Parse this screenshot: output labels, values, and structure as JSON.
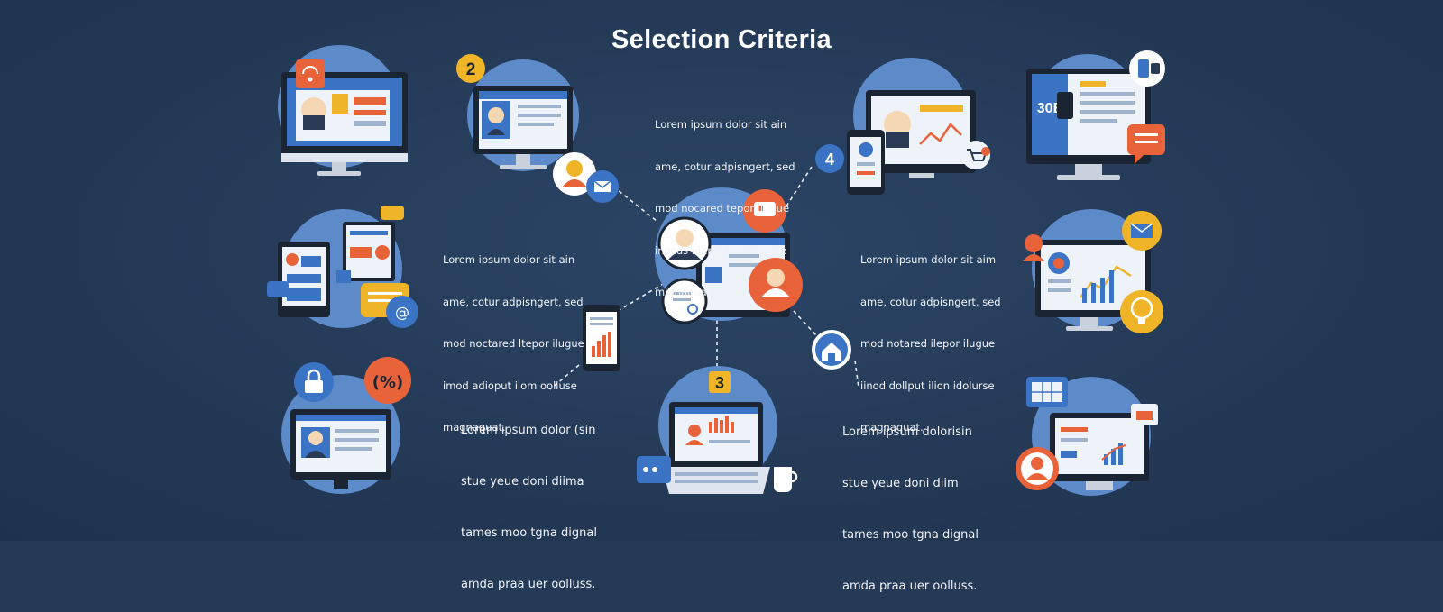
{
  "title": "Selection Criteria",
  "colors": {
    "background": "#243a57",
    "circle": "#5d8ac9",
    "accent_orange": "#e8623a",
    "accent_yellow": "#f0b429",
    "screen_blue": "#3b74c4"
  },
  "steps": [
    "2",
    "3",
    "4"
  ],
  "text_blocks": [
    {
      "lines": [
        "Lorem ipsum dolor sit ain",
        "ame, cotur adpisngert, sed",
        "mod nocared tepor ilugue",
        "inecds idapat ilon oolluse",
        "mignaquat."
      ]
    },
    {
      "lines": [
        "Lorem ipsum dolor sit ain",
        "ame, cotur adpisngert, sed",
        "mod noctared ltepor ilugue",
        "imod adioput ilom oolluse",
        "magnaquat."
      ]
    },
    {
      "lines": [
        "Lorem ipsum dolor sit aim",
        "ame, cotur adpisngert, sed",
        "mod notared ilepor ilugue",
        "iinod dollput ilion idolurse",
        "magnaquat."
      ]
    },
    {
      "lines": [
        "Lorem ipsum dolor (sin",
        "stue yeue doni diima",
        "tames moo tgna dignal",
        "amda praa uer oolluss."
      ]
    },
    {
      "lines": [
        "Lorem ipsum dolorisin",
        "stue yeue doni diim",
        "tames moo tgna dignal",
        "amda praa uer oolluss."
      ]
    }
  ],
  "icons": [
    "monitor-icon",
    "user-icon",
    "chat-bubble-icon",
    "email-icon",
    "lock-icon",
    "laptop-icon",
    "phone-icon",
    "chart-icon",
    "home-icon",
    "coffee-cup-icon",
    "shopping-cart-icon",
    "lightbulb-icon"
  ]
}
